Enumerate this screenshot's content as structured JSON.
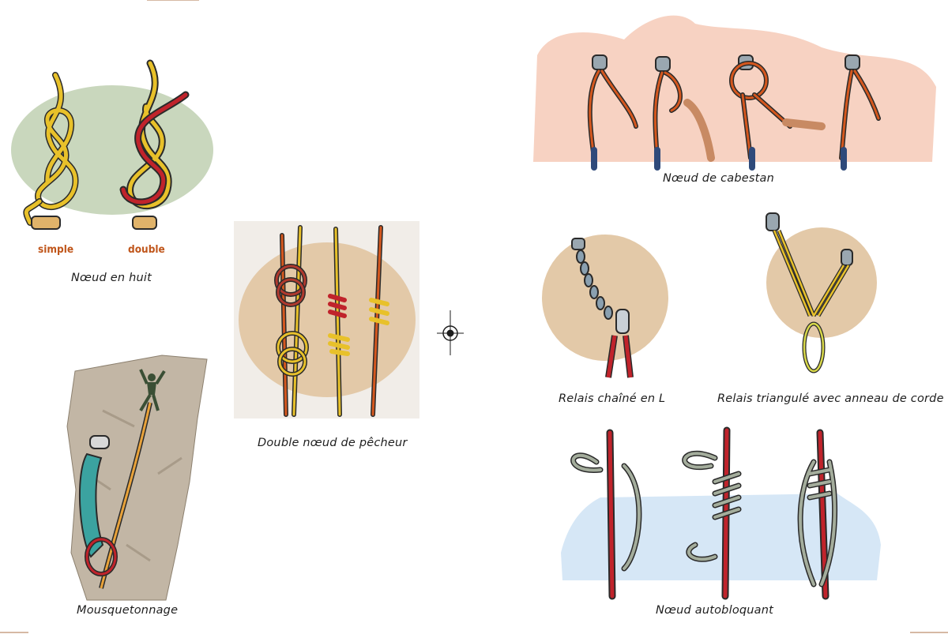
{
  "figures": {
    "figure_eight": {
      "caption": "Nœud en huit",
      "labels": [
        "simple",
        "double"
      ]
    },
    "fishermans": {
      "caption": "Double nœud de pêcheur"
    },
    "clipping": {
      "caption": "Mousquetonnage"
    },
    "clove_hitch": {
      "caption": "Nœud de cabestan"
    },
    "chain_anchor": {
      "caption": "Relais chaîné en L"
    },
    "triangle_anchor": {
      "caption": "Relais triangulé avec anneau de corde"
    },
    "autoblock": {
      "caption": "Nœud autobloquant"
    }
  },
  "colors": {
    "green_blob": "#c9d7bd",
    "tan_blob": "#e3c9a8",
    "pink_blob": "#f7d2c2",
    "blue_blob": "#d6e7f6",
    "rock": "#c2b6a5",
    "rope_yellow": "#e8c12a",
    "rope_red": "#c0232b",
    "rope_orange": "#d4571e",
    "rope_grey": "#a4ad9c",
    "label_orange": "#c0561b"
  }
}
